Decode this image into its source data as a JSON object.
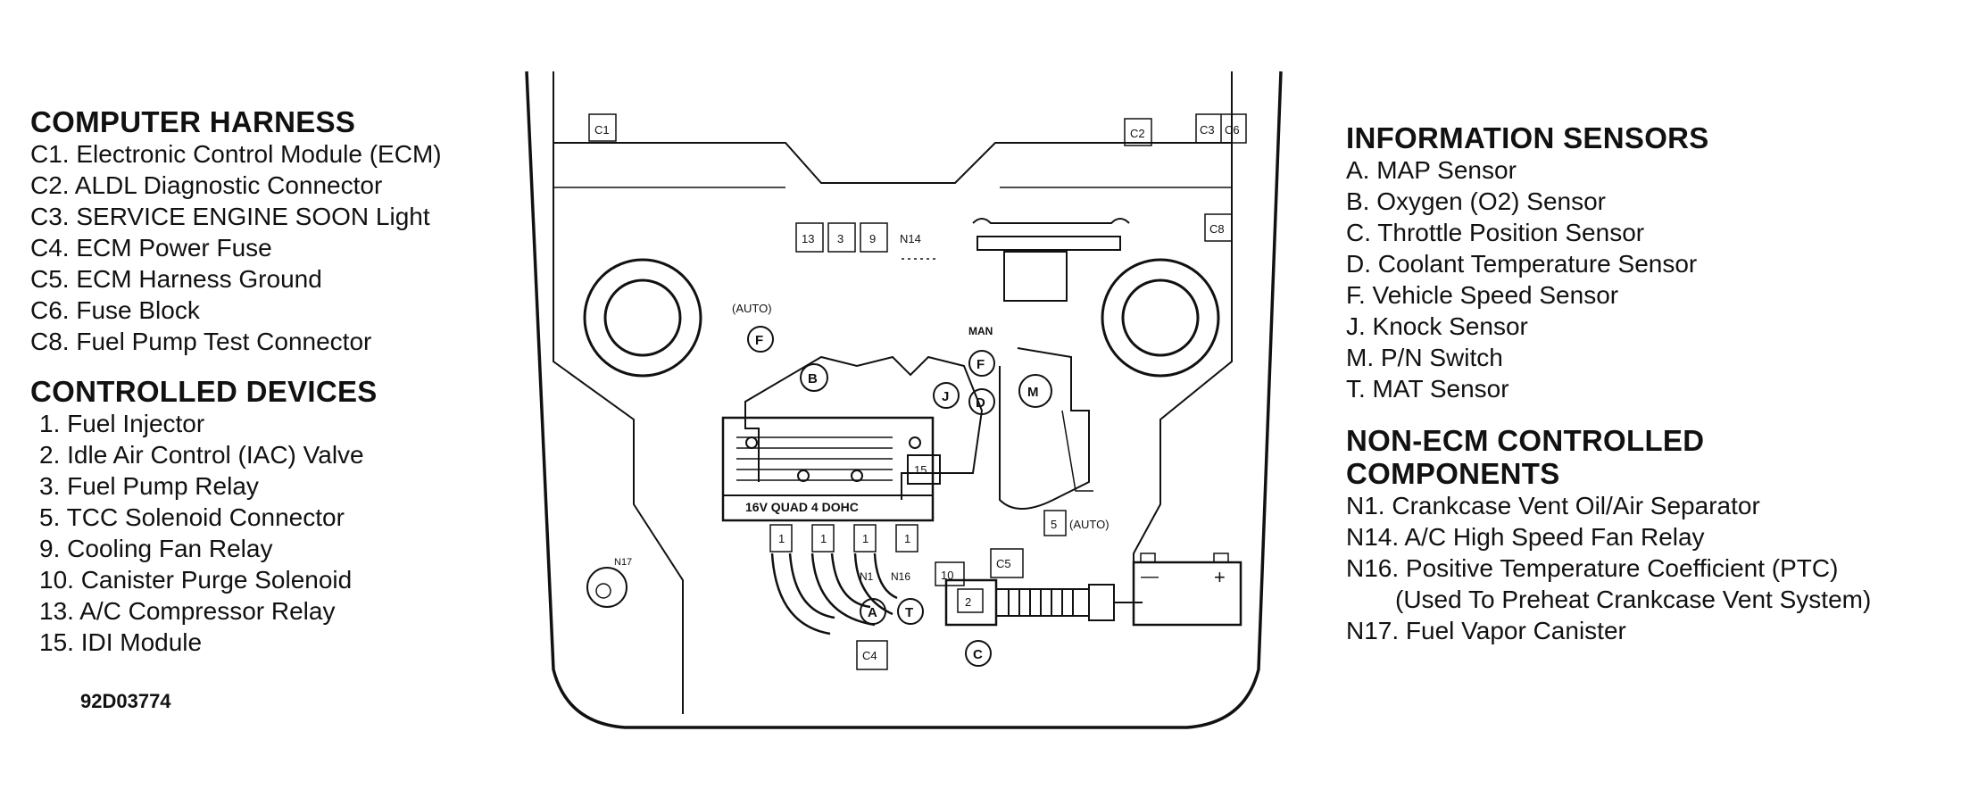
{
  "computer_harness": {
    "title": "COMPUTER HARNESS",
    "items": [
      "C1. Electronic Control Module (ECM)",
      "C2. ALDL Diagnostic Connector",
      "C3. SERVICE ENGINE SOON Light",
      "C4. ECM Power Fuse",
      "C5. ECM Harness Ground",
      "C6. Fuse Block",
      "C8. Fuel Pump Test Connector"
    ]
  },
  "controlled_devices": {
    "title": "CONTROLLED DEVICES",
    "items": [
      "1. Fuel Injector",
      "2. Idle Air Control (IAC) Valve",
      "3. Fuel Pump Relay",
      "5. TCC Solenoid Connector",
      "9. Cooling Fan Relay",
      "10. Canister Purge Solenoid",
      "13. A/C Compressor Relay",
      "15. IDI Module"
    ]
  },
  "information_sensors": {
    "title": "INFORMATION SENSORS",
    "items": [
      "A. MAP Sensor",
      "B. Oxygen (O2) Sensor",
      "C. Throttle Position Sensor",
      "D. Coolant Temperature Sensor",
      "F. Vehicle Speed Sensor",
      "J. Knock Sensor",
      "M. P/N Switch",
      "T. MAT Sensor"
    ]
  },
  "non_ecm_components": {
    "title_line1": "NON-ECM CONTROLLED",
    "title_line2": "COMPONENTS",
    "items": [
      "N1. Crankcase Vent Oil/Air Separator",
      "N14. A/C High Speed Fan Relay",
      "N16. Positive Temperature Coefficient (PTC)",
      "(Used To Preheat Crankcase Vent System)",
      "N17. Fuel Vapor Canister"
    ]
  },
  "figure_id": "92D03774",
  "diagram_labels": {
    "c1": "C1",
    "c2": "C2",
    "c3": "C3",
    "c6": "C6",
    "c8": "C8",
    "c5": "C5",
    "c4": "C4",
    "n14": "N14",
    "n1": "N1",
    "n16": "N16",
    "n17": "N17",
    "r13": "13",
    "r3": "3",
    "r9": "9",
    "r15": "15",
    "r5": "5",
    "r10": "10",
    "r2": "2",
    "r1": "1",
    "auto": "(AUTO)",
    "man": "MAN",
    "engine_label": "16V QUAD 4 DOHC",
    "sensor_f": "F",
    "sensor_b": "B",
    "sensor_j": "J",
    "sensor_d": "D",
    "sensor_m": "M",
    "sensor_a": "A",
    "sensor_t": "T",
    "sensor_c": "C",
    "battery_minus": "—",
    "battery_plus": "+"
  }
}
